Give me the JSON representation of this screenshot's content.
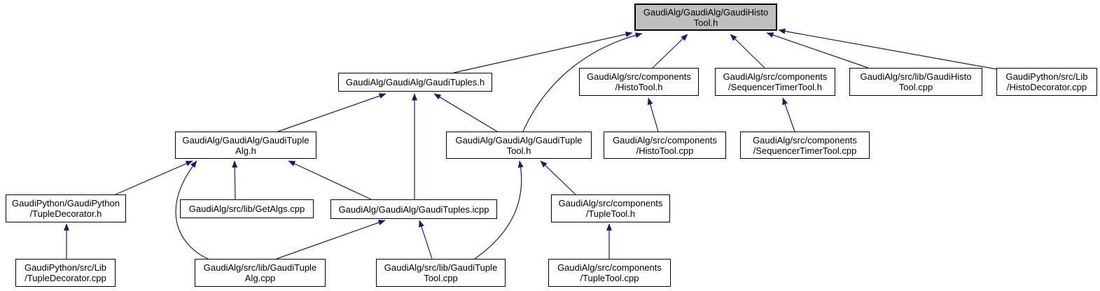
{
  "diagram": {
    "kind": "include-dependency-graph",
    "focus_node": "GaudiAlg/GaudiAlg/GaudiHistoTool.h",
    "colors": {
      "background": "#ffffff",
      "edge": "#191970",
      "node_border": "#000000",
      "node_fill": "#ffffff",
      "focus_node_fill": "#bfbfbf",
      "text": "#000000"
    }
  },
  "nodes": [
    {
      "id": "gaudihistotool-h",
      "label": "GaudiAlg/GaudiAlg/GaudiHisto\nTool.h",
      "focus": true
    },
    {
      "id": "gaudituples-h",
      "label": "GaudiAlg/GaudiAlg/GaudiTuples.h",
      "focus": false
    },
    {
      "id": "histotool-h",
      "label": "GaudiAlg/src/components\n/HistoTool.h",
      "focus": false
    },
    {
      "id": "sequencertimertool-h",
      "label": "GaudiAlg/src/components\n/SequencerTimerTool.h",
      "focus": false
    },
    {
      "id": "gaudihistotool-cpp",
      "label": "GaudiAlg/src/lib/GaudiHisto\nTool.cpp",
      "focus": false
    },
    {
      "id": "histodecorator-cpp",
      "label": "GaudiPython/src/Lib\n/HistoDecorator.cpp",
      "focus": false
    },
    {
      "id": "gaudituplealg-h",
      "label": "GaudiAlg/GaudiAlg/GaudiTuple\nAlg.h",
      "focus": false
    },
    {
      "id": "gaudituplettool-h",
      "label": "GaudiAlg/GaudiAlg/GaudiTuple\nTool.h",
      "focus": false
    },
    {
      "id": "histotool-cpp",
      "label": "GaudiAlg/src/components\n/HistoTool.cpp",
      "focus": false
    },
    {
      "id": "sequencertimertool-cpp",
      "label": "GaudiAlg/src/components\n/SequencerTimerTool.cpp",
      "focus": false
    },
    {
      "id": "tupledecorator-h",
      "label": "GaudiPython/GaudiPython\n/TupleDecorator.h",
      "focus": false
    },
    {
      "id": "getalgs-cpp",
      "label": "GaudiAlg/src/lib/GetAlgs.cpp",
      "focus": false
    },
    {
      "id": "gaudituples-icpp",
      "label": "GaudiAlg/GaudiAlg/GaudiTuples.icpp",
      "focus": false
    },
    {
      "id": "tupletool-h",
      "label": "GaudiAlg/src/components\n/TupleTool.h",
      "focus": false
    },
    {
      "id": "tupledecorator-cpp",
      "label": "GaudiPython/src/Lib\n/TupleDecorator.cpp",
      "focus": false
    },
    {
      "id": "gaudituplealg-cpp",
      "label": "GaudiAlg/src/lib/GaudiTuple\nAlg.cpp",
      "focus": false
    },
    {
      "id": "gaudituplettool-cpp",
      "label": "GaudiAlg/src/lib/GaudiTuple\nTool.cpp",
      "focus": false
    },
    {
      "id": "tupletool-cpp",
      "label": "GaudiAlg/src/components\n/TupleTool.cpp",
      "focus": false
    }
  ],
  "edges": [
    {
      "from": "gaudituples-h",
      "to": "gaudihistotool-h",
      "relation": "includes"
    },
    {
      "from": "gaudituplettool-h",
      "to": "gaudihistotool-h",
      "relation": "includes"
    },
    {
      "from": "histotool-h",
      "to": "gaudihistotool-h",
      "relation": "includes"
    },
    {
      "from": "sequencertimertool-h",
      "to": "gaudihistotool-h",
      "relation": "includes"
    },
    {
      "from": "gaudihistotool-cpp",
      "to": "gaudihistotool-h",
      "relation": "includes"
    },
    {
      "from": "histodecorator-cpp",
      "to": "gaudihistotool-h",
      "relation": "includes"
    },
    {
      "from": "gaudituplealg-h",
      "to": "gaudituples-h",
      "relation": "includes"
    },
    {
      "from": "gaudituples-icpp",
      "to": "gaudituples-h",
      "relation": "includes"
    },
    {
      "from": "gaudituplettool-h",
      "to": "gaudituples-h",
      "relation": "includes"
    },
    {
      "from": "tupledecorator-h",
      "to": "gaudituplealg-h",
      "relation": "includes"
    },
    {
      "from": "getalgs-cpp",
      "to": "gaudituplealg-h",
      "relation": "includes"
    },
    {
      "from": "gaudituples-icpp",
      "to": "gaudituplealg-h",
      "relation": "includes"
    },
    {
      "from": "gaudituplealg-cpp",
      "to": "gaudituplealg-h",
      "relation": "includes"
    },
    {
      "from": "gaudituplealg-cpp",
      "to": "gaudituples-icpp",
      "relation": "includes"
    },
    {
      "from": "gaudituplettool-cpp",
      "to": "gaudituples-icpp",
      "relation": "includes"
    },
    {
      "from": "gaudituplettool-cpp",
      "to": "gaudituplettool-h",
      "relation": "includes"
    },
    {
      "from": "tupletool-h",
      "to": "gaudituplettool-h",
      "relation": "includes"
    },
    {
      "from": "tupledecorator-cpp",
      "to": "tupledecorator-h",
      "relation": "includes"
    },
    {
      "from": "histotool-cpp",
      "to": "histotool-h",
      "relation": "includes"
    },
    {
      "from": "sequencertimertool-cpp",
      "to": "sequencertimertool-h",
      "relation": "includes"
    },
    {
      "from": "tupletool-cpp",
      "to": "tupletool-h",
      "relation": "includes"
    }
  ]
}
